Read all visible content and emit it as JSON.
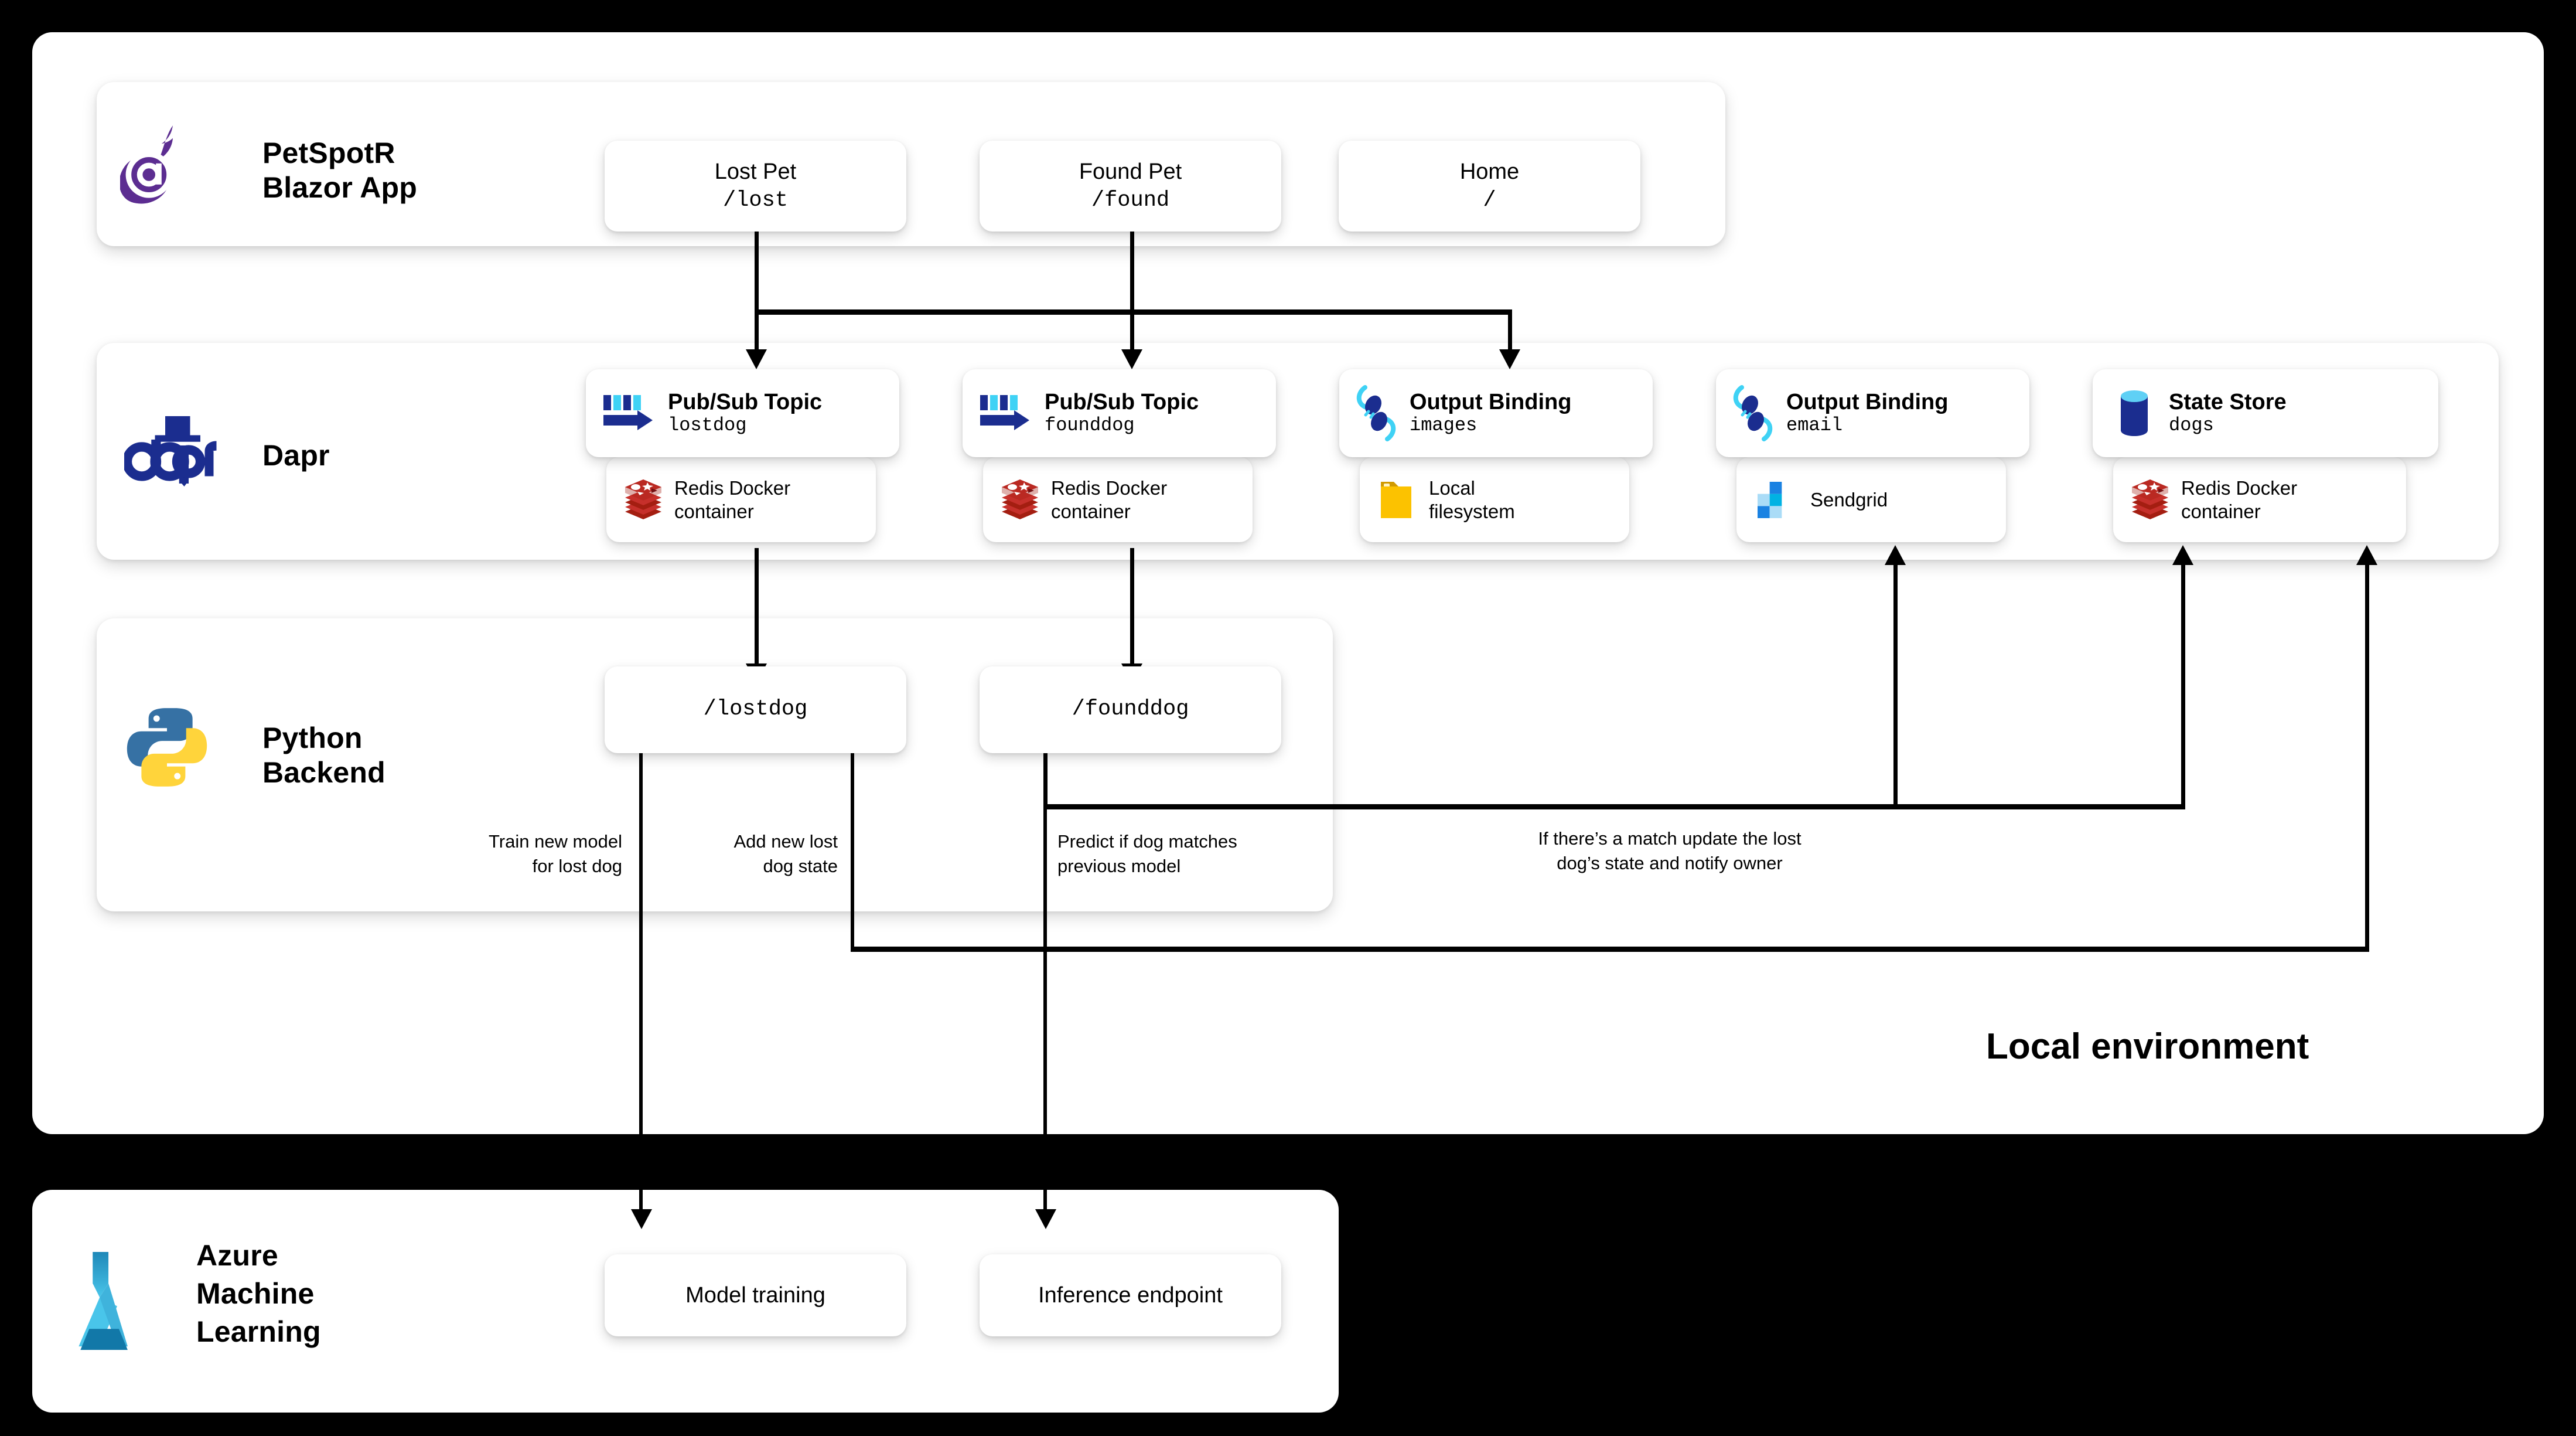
{
  "diagram": {
    "caption": "Local environment",
    "rows": [
      {
        "id": "blazor",
        "title": "PetSpotR\nBlazor App",
        "logo": "blazor-logo"
      },
      {
        "id": "dapr",
        "title": "Dapr",
        "logo": "dapr-logo"
      },
      {
        "id": "python",
        "title": "Python\nBackend",
        "logo": "python-logo"
      },
      {
        "id": "azureml",
        "title": "Azure\nMachine\nLearning",
        "logo": "azure-ml-logo"
      }
    ]
  },
  "blazor": {
    "pages": [
      {
        "title": "Lost Pet",
        "route": "/lost"
      },
      {
        "title": "Found Pet",
        "route": "/found"
      },
      {
        "title": "Home",
        "route": "/"
      }
    ]
  },
  "dapr": {
    "components": [
      {
        "kind": "Pub/Sub Topic",
        "name": "lostdog",
        "icon": "pubsub-icon",
        "backing": {
          "label": "Redis Docker\ncontainer",
          "icon": "redis-icon"
        }
      },
      {
        "kind": "Pub/Sub Topic",
        "name": "founddog",
        "icon": "pubsub-icon",
        "backing": {
          "label": "Redis Docker\ncontainer",
          "icon": "redis-icon"
        }
      },
      {
        "kind": "Output Binding",
        "name": "images",
        "icon": "binding-icon",
        "backing": {
          "label": "Local\nfilesystem",
          "icon": "folder-icon"
        }
      },
      {
        "kind": "Output Binding",
        "name": "email",
        "icon": "binding-icon",
        "backing": {
          "label": "Sendgrid",
          "icon": "sendgrid-icon"
        }
      },
      {
        "kind": "State Store",
        "name": "dogs",
        "icon": "statestore-icon",
        "backing": {
          "label": "Redis Docker\ncontainer",
          "icon": "redis-icon"
        }
      }
    ]
  },
  "python": {
    "endpoints": [
      {
        "route": "/lostdog"
      },
      {
        "route": "/founddog"
      }
    ],
    "annotations": [
      "Train new model\nfor lost dog",
      "Add new lost\ndog state",
      "Predict if dog matches\nprevious model",
      "If there’s a match update the lost\ndog’s state and notify owner"
    ]
  },
  "azureml": {
    "services": [
      {
        "label": "Model training"
      },
      {
        "label": "Inference endpoint"
      }
    ]
  },
  "colors": {
    "blazor_purple": "#5C2D91",
    "dapr_blue": "#1B2D8F",
    "redis_red": "#C6302B",
    "python_blue": "#3671A4",
    "python_yellow": "#FFD champ43B",
    "folder_yellow": "#FCC200",
    "sendgrid_blue": "#1A82E2",
    "azure_cyan": "#2EB6E0",
    "line": "#000000"
  }
}
